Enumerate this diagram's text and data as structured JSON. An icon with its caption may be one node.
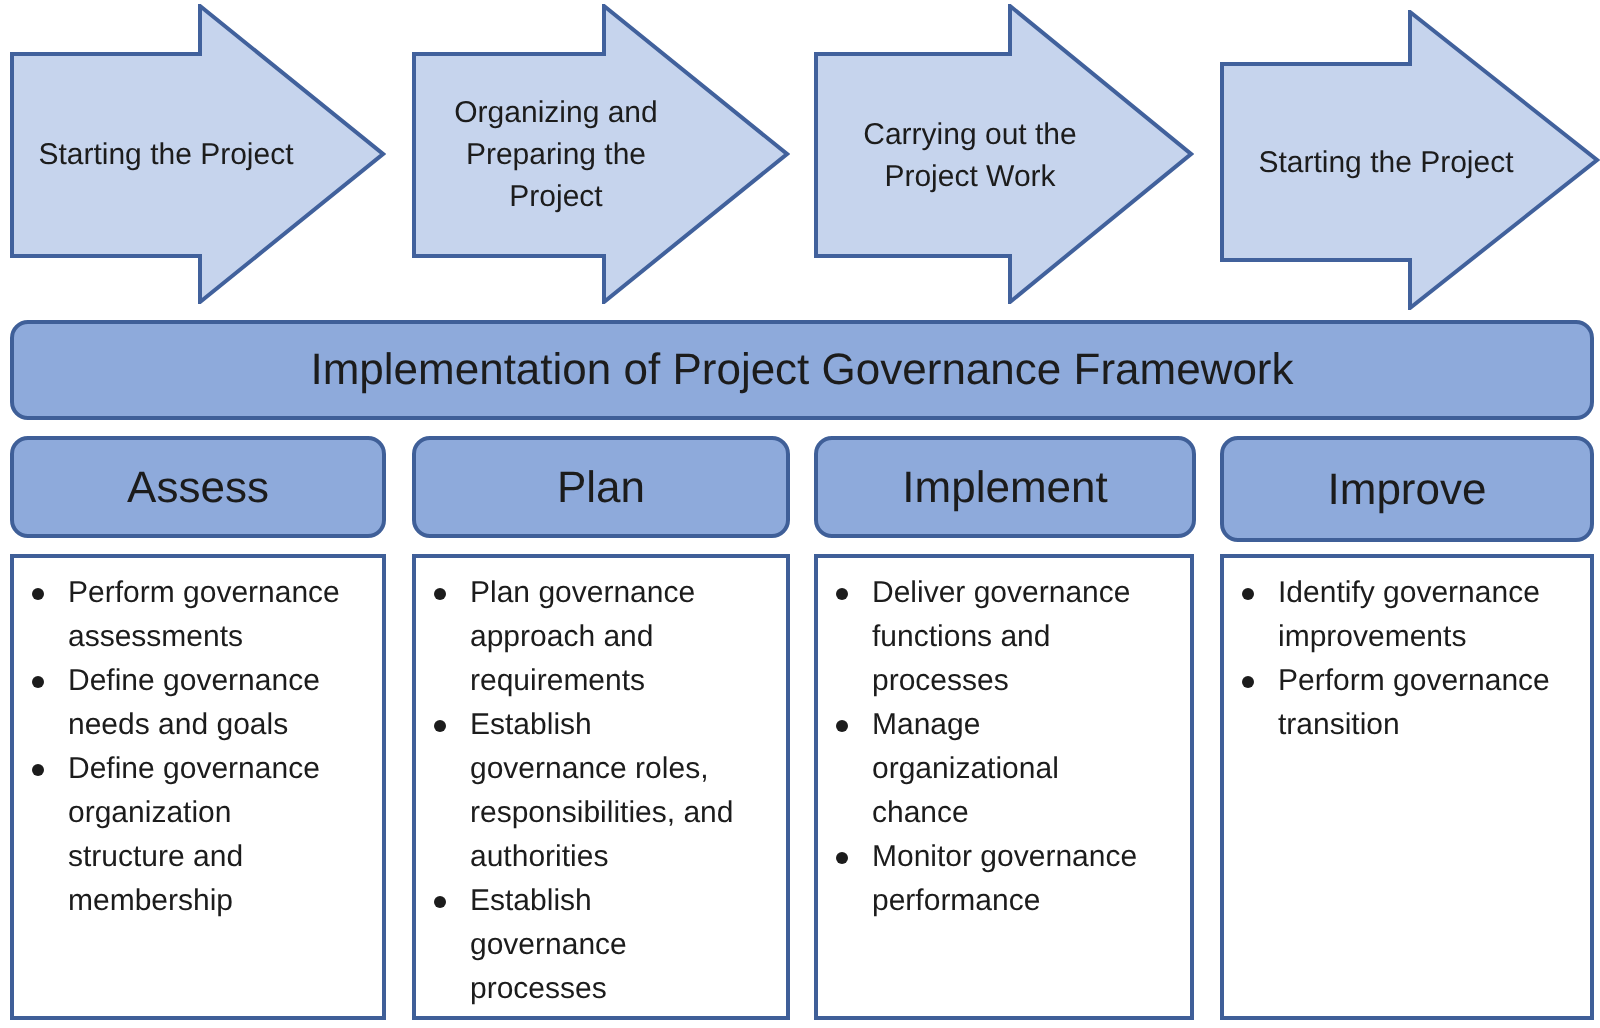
{
  "diagram": {
    "nodes": [
      {
        "text": [
          "Starting the Project"
        ]
      },
      {
        "text": [
          "Organizing and Preparing the Project"
        ]
      },
      {
        "text": [
          "Carrying out the Project Work"
        ]
      },
      {
        "text": [
          "Starting the Project"
        ]
      },
      {
        "text": [
          "Implementation of Project Governance Framework"
        ]
      },
      {
        "text": [
          "Assess"
        ]
      },
      {
        "text": [
          "Plan"
        ]
      },
      {
        "text": [
          "Implement"
        ]
      },
      {
        "text": [
          "Improve"
        ]
      },
      {
        "text": [
          "Perform governance assessments",
          "Define governance needs and goals",
          "Define governance organization structure and membership"
        ]
      },
      {
        "text": [
          "Plan governance approach and requirements",
          "Establish governance roles, responsibilities, and authorities",
          "Establish governance processes"
        ]
      },
      {
        "text": [
          "Deliver governance functions and processes",
          "Manage organizational chance",
          "Monitor governance performance"
        ]
      },
      {
        "text": [
          "Identify governance improvements",
          "Perform governance transition"
        ]
      }
    ]
  }
}
